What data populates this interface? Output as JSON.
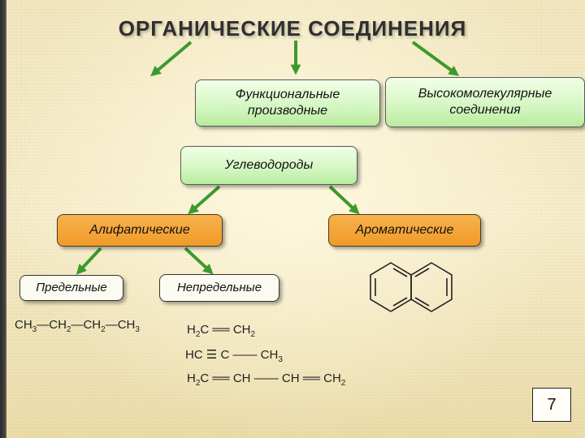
{
  "title": "ОРГАНИЧЕСКИЕ СОЕДИНЕНИЯ",
  "nodes": {
    "functional": [
      "Функциональные",
      "производные"
    ],
    "high_molecular": [
      "Высокомолекулярные",
      "соединения"
    ],
    "hydrocarbons": "Углеводороды",
    "aliphatic": "Алифатические",
    "aromatic": "Ароматические",
    "saturated": "Предельные",
    "unsaturated": "Непредельные"
  },
  "formulas": {
    "butane": {
      "c1": "CH",
      "s1": "3",
      "c2": "CH",
      "s2": "2",
      "c3": "CH",
      "s3": "2",
      "c4": "CH",
      "s4": "3"
    },
    "ethene": {
      "a": "H",
      "as": "2",
      "b": "C",
      "c": "CH",
      "cs": "2"
    },
    "propyne": {
      "a": "HC",
      "b": "C",
      "c": "CH",
      "cs": "3"
    },
    "butadiene": {
      "a": "H",
      "as": "2",
      "b": "C",
      "c": "CH",
      "d": "CH",
      "e": "CH",
      "es": "2"
    }
  },
  "page_number": "7",
  "colors": {
    "arrow_green": "#3c9a2c",
    "box_green": "#d6f7c4",
    "box_orange": "#f09a2a",
    "background": "#f1e6bf"
  }
}
